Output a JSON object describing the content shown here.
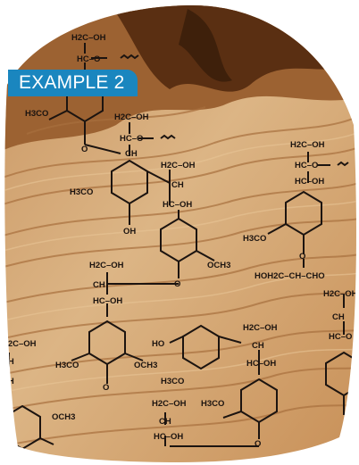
{
  "badge": {
    "label": "EXAMPLE 2"
  },
  "colors": {
    "wood_light": "#d8b07c",
    "wood_mid": "#c08a55",
    "wood_dark": "#6e3b17",
    "bark": "#4a2710",
    "badge_blue": "#1a86bf",
    "ink": "#1c1410"
  },
  "chemical_labels": [
    "H2C–OH",
    "HC–O",
    "H3CO",
    "O",
    "HC–OH",
    "OH",
    "OCH3",
    "HOH2C–CH–CHO",
    "HO",
    "CH"
  ]
}
